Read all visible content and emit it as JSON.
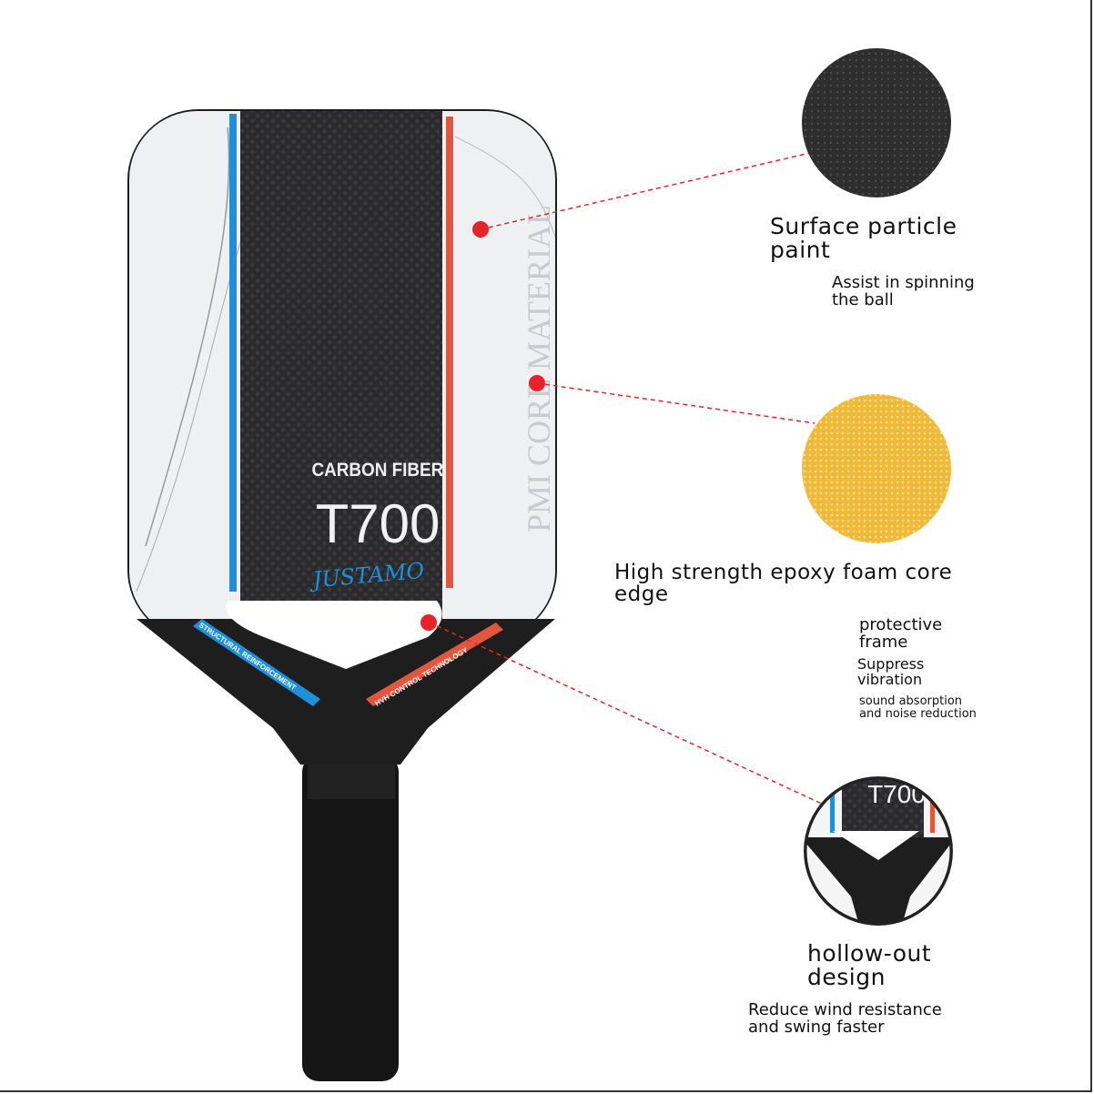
{
  "paddle": {
    "brand_text": "CARBON FIBER",
    "model": "T700",
    "signature": "JUSTAMO",
    "side_text": "PMI CORE MATERIAL",
    "left_throat_label": "STRUCTURAL REINFORCEMENT",
    "right_throat_label": "HVH CONTROL TECHNOLOGY"
  },
  "features": [
    {
      "title": "Surface particle\npaint",
      "desc": "Assist in spinning\nthe ball"
    },
    {
      "title": "High strength epoxy foam core\nedge",
      "desc": "protective\nframe",
      "desc2": "Suppress\nvibration",
      "desc3": "sound absorption\nand noise reduction"
    },
    {
      "title": "hollow-out\ndesign",
      "desc": "Reduce wind resistance\nand swing faster"
    }
  ],
  "colors": {
    "accent_red": "#e8242b",
    "blue_stripe": "#1e8fd8",
    "red_stripe": "#e2563f",
    "carbon": "#2a2a2c",
    "foam": "#f2c048"
  }
}
